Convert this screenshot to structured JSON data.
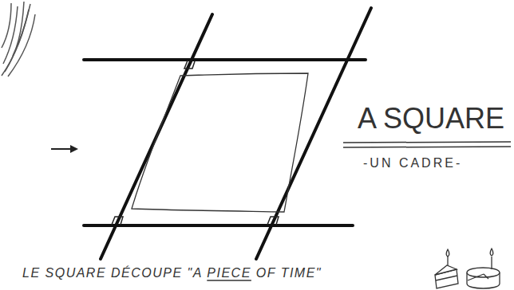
{
  "diagram": {
    "labels": [
      "A SQUARE",
      "-UN CADRE-",
      "LE SQUARE DÉCOUPE \"A PIECE OF TIME\""
    ]
  }
}
